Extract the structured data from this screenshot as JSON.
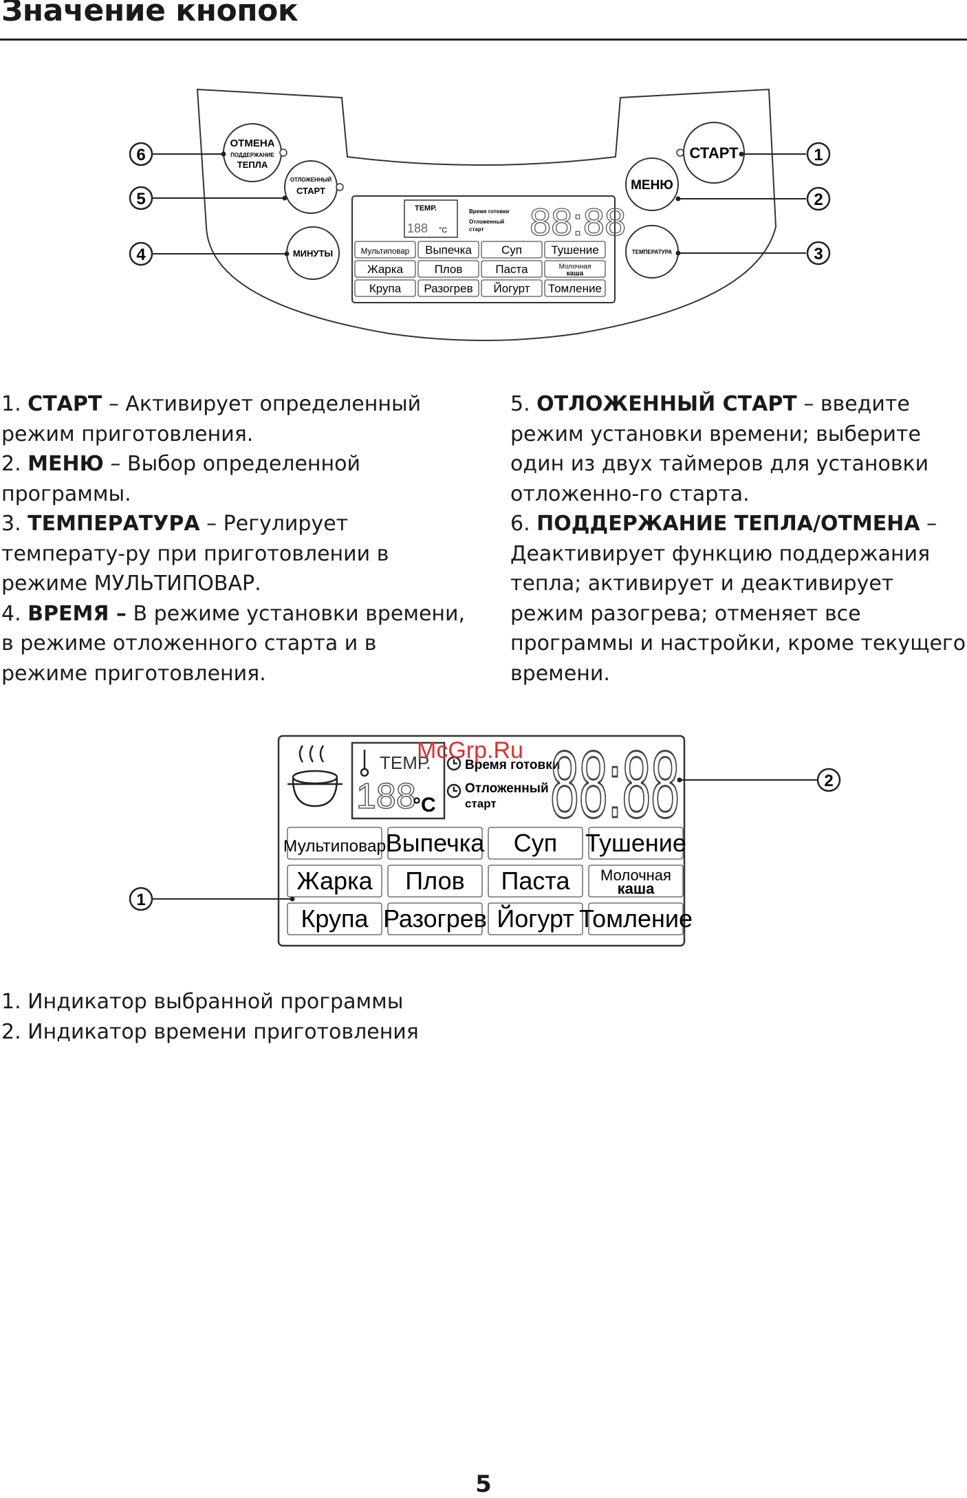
{
  "page": {
    "title": "Значение кнопок",
    "page_number": "5",
    "watermark": "McGrp.Ru"
  },
  "panel": {
    "buttons": {
      "cancel_line1": "ОТМЕНА",
      "cancel_line2": "ПОДДЕРЖАНИЕ",
      "cancel_line3": "ТЕПЛА",
      "delay_line1": "ОТЛОЖЕННЫЙ",
      "delay_line2": "СТАРТ",
      "minutes": "МИНУТЫ",
      "start": "СТАРТ",
      "menu": "МЕНЮ",
      "temperature": "ТЕМПЕРАТУРА"
    },
    "callouts": [
      "1",
      "2",
      "3",
      "4",
      "5",
      "6"
    ]
  },
  "display": {
    "temp_label": "ТЕМР.",
    "celsius": "°C",
    "time_ready": "Время готовки",
    "delay_line1": "Отложенный",
    "delay_line2": "старт",
    "digits": "88:88",
    "temp_digits": "188",
    "programs": [
      "Мультиповар",
      "Выпечка",
      "Суп",
      "Тушение",
      "Жарка",
      "Плов",
      "Паста",
      "Молочная каша",
      "Крупа",
      "Разогрев",
      "Йогурт",
      "Томление"
    ],
    "program_milk_line1": "Молочная",
    "program_milk_line2": "каша",
    "callouts": [
      "1",
      "2"
    ]
  },
  "descriptions": {
    "left": [
      {
        "num": "1.",
        "term": "СТАРТ",
        "sep": " – ",
        "text": "Активирует определенный режим приготовления."
      },
      {
        "num": "2.",
        "term": "МЕНЮ",
        "sep": " – ",
        "text": "Выбор определенной программы."
      },
      {
        "num": "3.",
        "term": "ТЕМПЕРАТУРА",
        "sep": " – ",
        "text": "Регулирует температу-ру при приготовлении в режиме МУЛЬТИПОВАР."
      },
      {
        "num": "4.",
        "term": "ВРЕМЯ –",
        "sep": " ",
        "text": "В режиме установки времени, в режиме отложенного старта и в режиме приготовления."
      }
    ],
    "right": [
      {
        "num": "5.",
        "term": "ОТЛОЖЕННЫЙ СТАРТ",
        "sep": " – ",
        "text": "введите режим установки времени; выберите один из двух таймеров для установки отложенно-го старта."
      },
      {
        "num": "6.",
        "term": "ПОДДЕРЖАНИЕ ТЕПЛА/ОТМЕНА",
        "sep": " – ",
        "text": "Деактивирует функцию поддержания тепла; активирует и деактивирует режим разогрева; отменяет все программы и настройки, кроме текущего времени."
      }
    ]
  },
  "legend": [
    "1. Индикатор выбранной программы",
    "2. Индикатор времени приготовления"
  ]
}
